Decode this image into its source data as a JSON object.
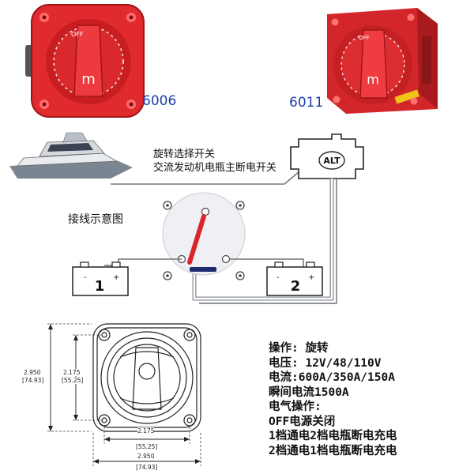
{
  "products": [
    {
      "model": "6006",
      "knob_brand": "m",
      "position_off": "OFF"
    },
    {
      "model": "6011",
      "knob_brand": "m",
      "position_off": "OFF"
    }
  ],
  "wiring": {
    "caption_line1": "旋转选择开关",
    "caption_line2": "交流发动机电瓶主断电开关",
    "diagram_title": "接线示意图",
    "alternator_label": "ALT",
    "battery1": {
      "number": "1",
      "minus": "-",
      "plus": "+"
    },
    "battery2": {
      "number": "2",
      "minus": "-",
      "plus": "+"
    }
  },
  "drawing": {
    "height_outer": "2.950",
    "height_outer_mm": "[74.93]",
    "height_inner": "2.175",
    "height_inner_mm": "[55.25]",
    "width_inner": "2.175",
    "width_inner_mm": "[55.25]",
    "width_outer": "2.950",
    "width_outer_mm": "[74.93]"
  },
  "specs": [
    "操作: 旋转",
    "电压: 12V/48/110V",
    "电流:600A/350A/150A",
    "瞬间电流1500A",
    "电气操作:",
    "OFF电源关闭",
    "1档通电2档电瓶断电充电",
    "2档通电1档电瓶断电充电"
  ],
  "colors": {
    "switch_red": "#d8262a",
    "model_blue": "#1c3fb0",
    "wire_gray": "#8a8f96"
  }
}
